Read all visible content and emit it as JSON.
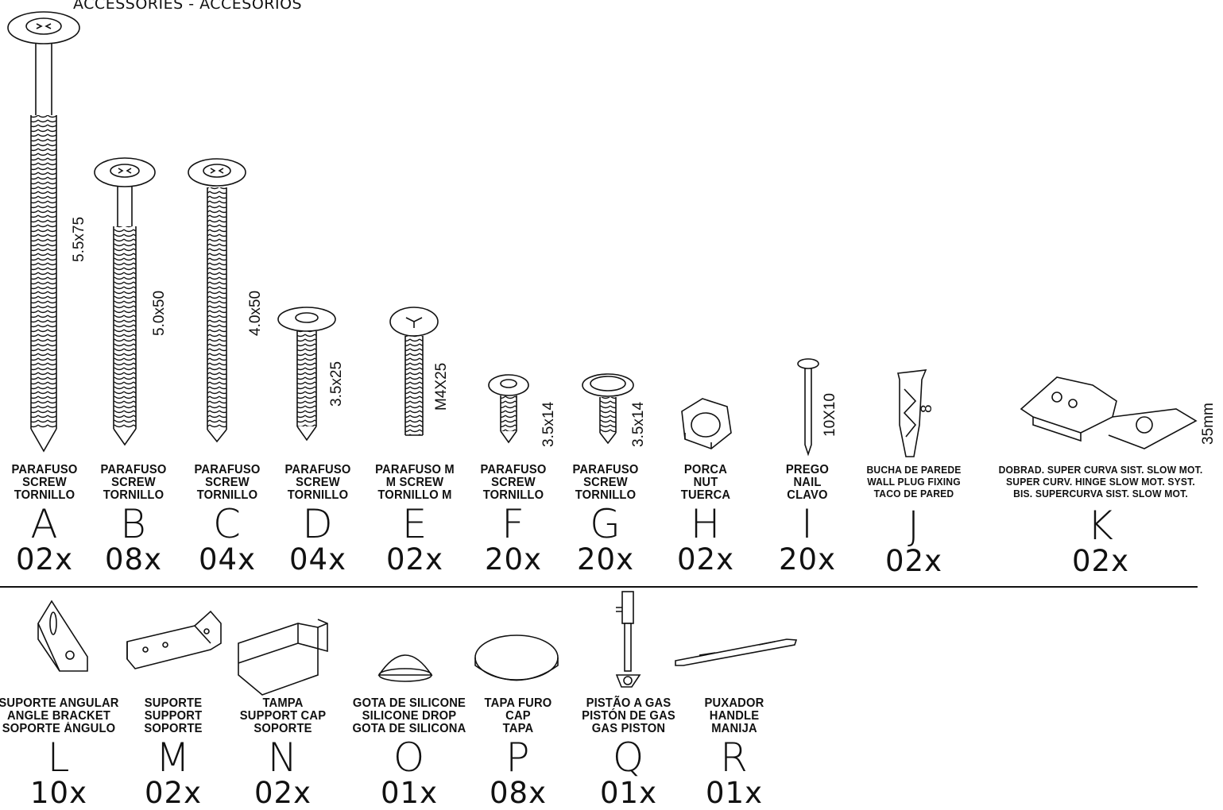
{
  "title": "ACCESSORIES - ACCESORIOS",
  "row1": [
    {
      "id": "A",
      "name": [
        "PARAFUSO",
        "SCREW",
        "TORNILLO"
      ],
      "qty": "02x",
      "size": "5.5x75"
    },
    {
      "id": "B",
      "name": [
        "PARAFUSO",
        "SCREW",
        "TORNILLO"
      ],
      "qty": "08x",
      "size": "5.0x50"
    },
    {
      "id": "C",
      "name": [
        "PARAFUSO",
        "SCREW",
        "TORNILLO"
      ],
      "qty": "04x",
      "size": "4.0x50"
    },
    {
      "id": "D",
      "name": [
        "PARAFUSO",
        "SCREW",
        "TORNILLO"
      ],
      "qty": "04x",
      "size": "3.5x25"
    },
    {
      "id": "E",
      "name": [
        "PARAFUSO M",
        "M SCREW",
        "TORNILLO M"
      ],
      "qty": "02x",
      "size": "M4X25"
    },
    {
      "id": "F",
      "name": [
        "PARAFUSO",
        "SCREW",
        "TORNILLO"
      ],
      "qty": "20x",
      "size": "3.5x14"
    },
    {
      "id": "G",
      "name": [
        "PARAFUSO",
        "SCREW",
        "TORNILLO"
      ],
      "qty": "20x",
      "size": "3.5x14"
    },
    {
      "id": "H",
      "name": [
        "PORCA",
        "NUT",
        "TUERCA"
      ],
      "qty": "02x",
      "size": ""
    },
    {
      "id": "I",
      "name": [
        "PREGO",
        "NAIL",
        "CLAVO"
      ],
      "qty": "20x",
      "size": "10X10"
    },
    {
      "id": "J",
      "name": [
        "BUCHA DE PAREDE",
        "WALL PLUG FIXING",
        "TACO DE PARED"
      ],
      "qty": "02x",
      "size": "8"
    },
    {
      "id": "K",
      "name": [
        "DOBRAD. SUPER CURVA SIST. SLOW MOT.",
        "SUPER CURV. HINGE SLOW MOT. SYST.",
        "BIS. SUPERCURVA SIST. SLOW MOT."
      ],
      "qty": "02x",
      "size": "35mm"
    }
  ],
  "row2": [
    {
      "id": "L",
      "name": [
        "SUPORTE ANGULAR",
        "ANGLE BRACKET",
        "SOPORTE ÁNGULO"
      ],
      "qty": "10x"
    },
    {
      "id": "M",
      "name": [
        "SUPORTE",
        "SUPPORT",
        "SOPORTE"
      ],
      "qty": "02x"
    },
    {
      "id": "N",
      "name": [
        "TAMPA",
        "SUPPORT CAP",
        "SOPORTE"
      ],
      "qty": "02x"
    },
    {
      "id": "O",
      "name": [
        "GOTA DE SILICONE",
        "SILICONE DROP",
        "GOTA DE SILICONA"
      ],
      "qty": "01x"
    },
    {
      "id": "P",
      "name": [
        "TAPA FURO",
        "CAP",
        "TAPA"
      ],
      "qty": "08x"
    },
    {
      "id": "Q",
      "name": [
        "PISTÃO A GAS",
        "PISTÓN DE GAS",
        "GAS PISTON"
      ],
      "qty": "01x"
    },
    {
      "id": "R",
      "name": [
        "PUXADOR",
        "HANDLE",
        "MANIJA"
      ],
      "qty": "01x"
    }
  ],
  "icons": [
    "screw-icon",
    "machine-screw-icon",
    "nut-icon",
    "nail-icon",
    "wall-plug-icon",
    "hinge-icon",
    "angle-bracket-icon",
    "support-bracket-icon",
    "support-cap-icon",
    "silicone-drop-icon",
    "hole-cap-icon",
    "gas-piston-icon",
    "handle-icon"
  ]
}
